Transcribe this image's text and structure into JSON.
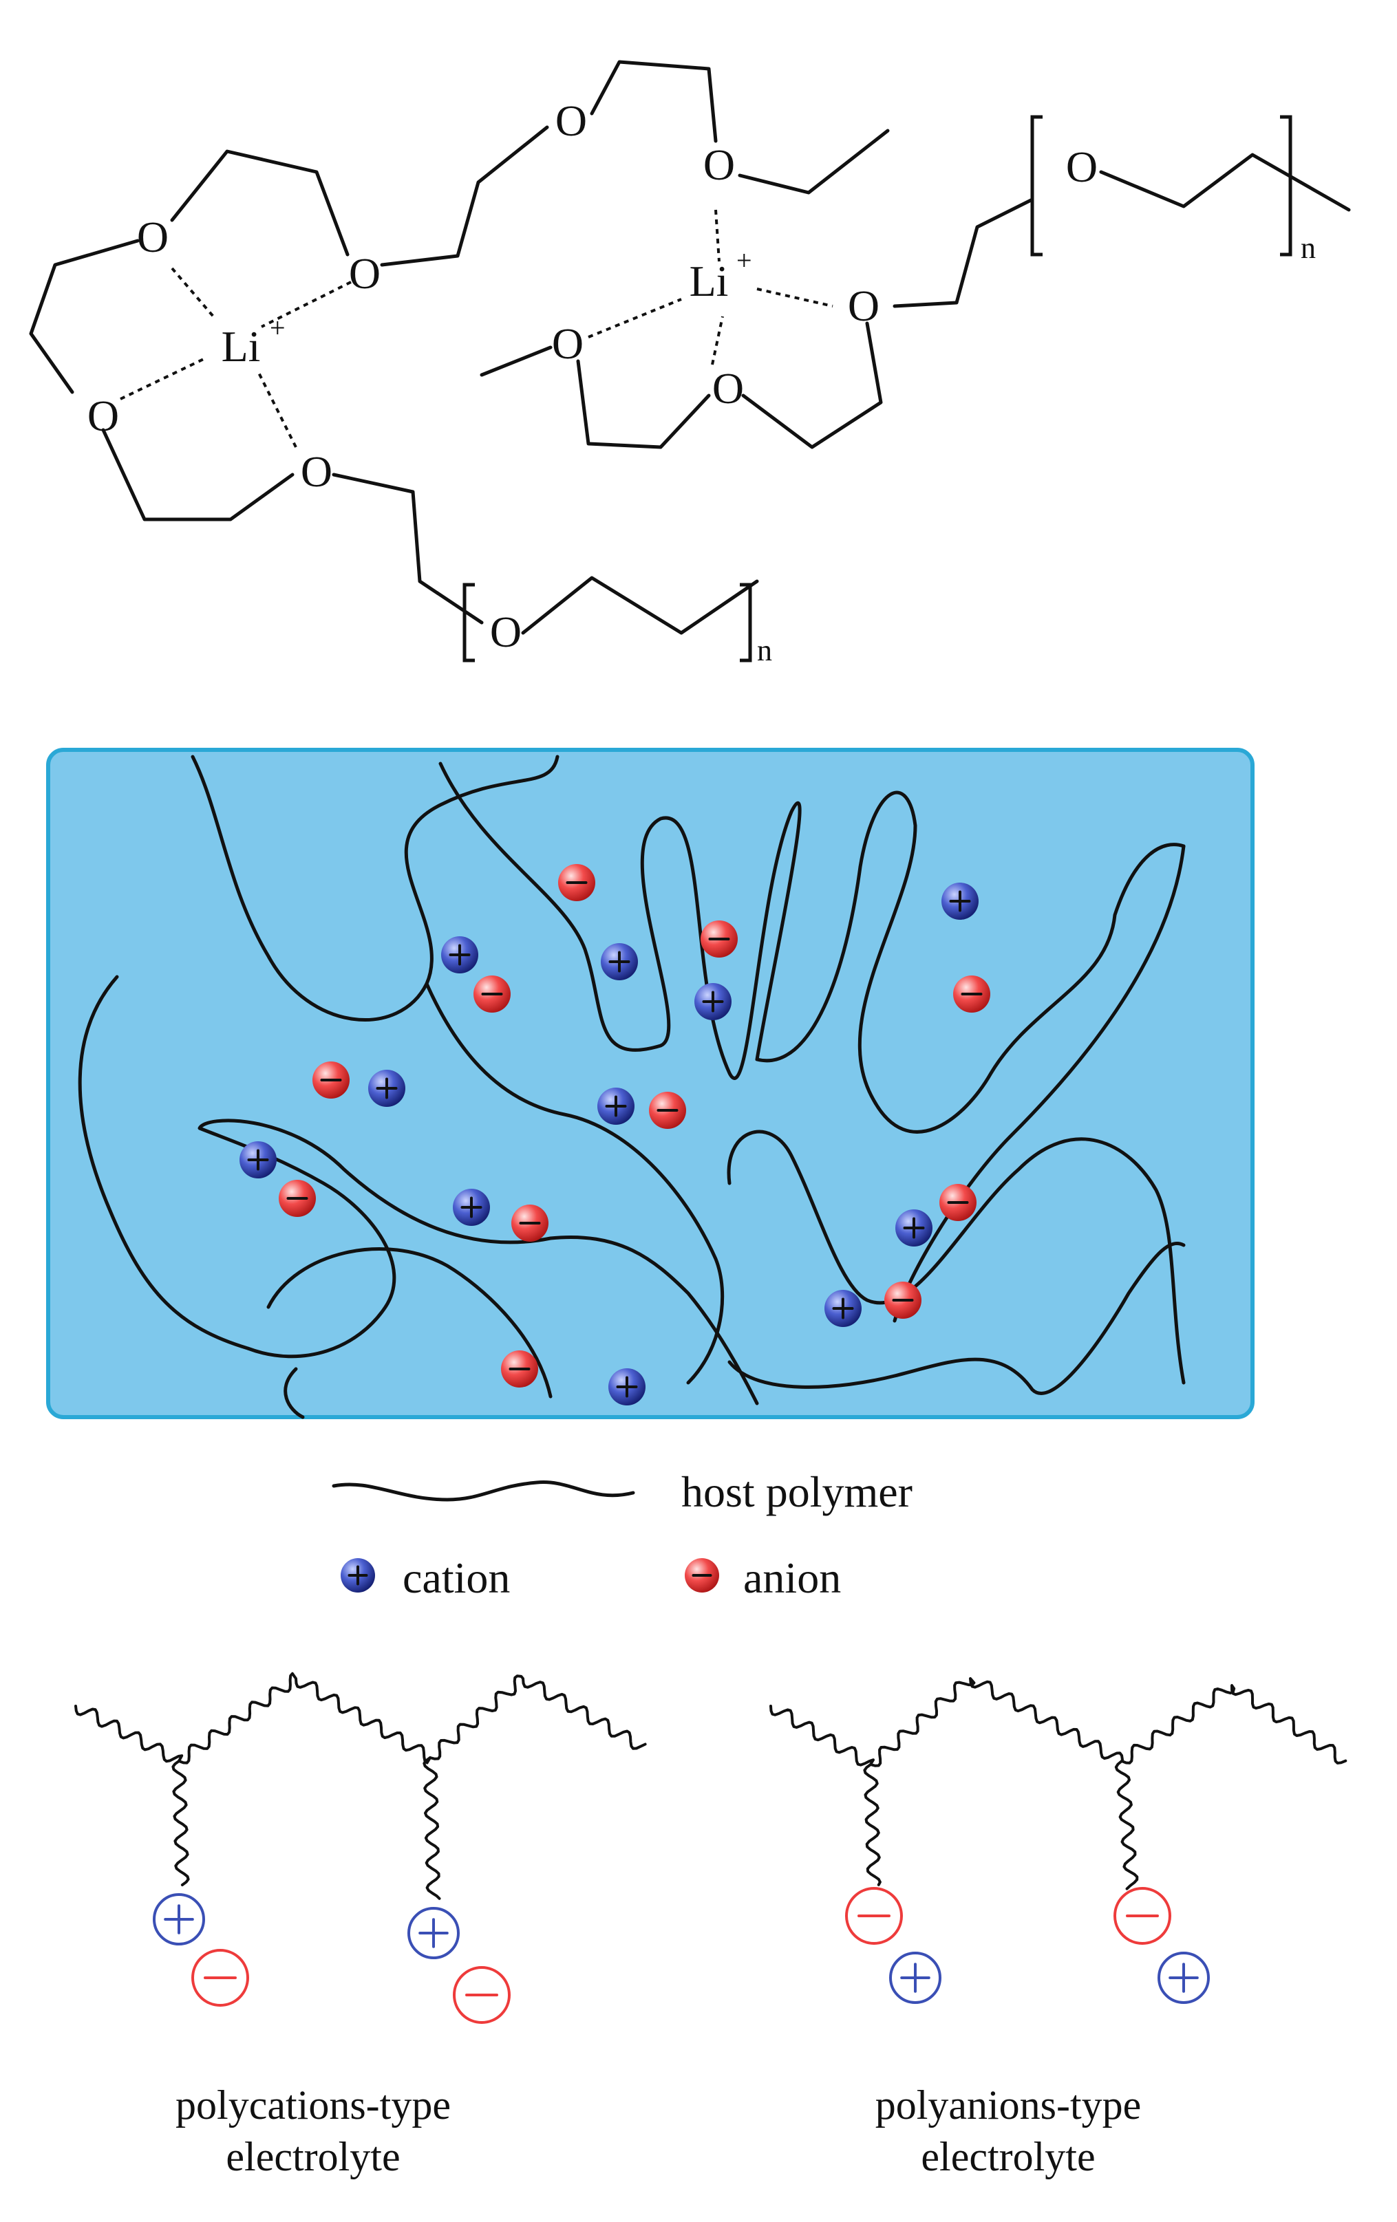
{
  "structure": {
    "atoms": {
      "oxygen": "O",
      "lithium": "Li",
      "lithium_charge": "+",
      "repeat_subscript": "n"
    }
  },
  "legend": {
    "host_polymer": "host polymer",
    "cation": "cation",
    "anion": "anion"
  },
  "ion_symbols": {
    "plus": "+",
    "minus": "−"
  },
  "captions": {
    "polycation_line1": "polycations-type",
    "polycation_line2": "electrolyte",
    "polyanion_line1": "polyanions-type",
    "polyanion_line2": "electrolyte"
  },
  "colors": {
    "matrix_fill": "#7ec8ec",
    "matrix_border": "#2aa8d6",
    "cation_color": "#3a4fb5",
    "anion_color": "#ee3b3b"
  }
}
